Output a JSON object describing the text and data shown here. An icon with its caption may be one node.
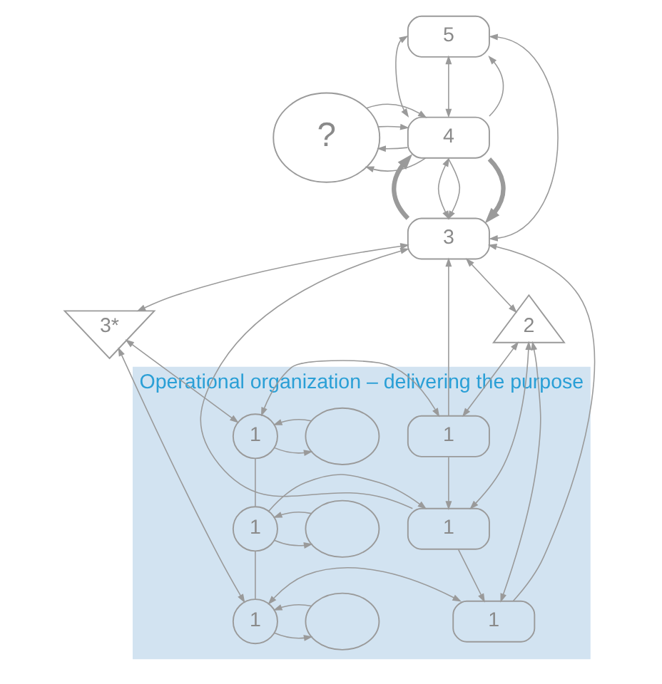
{
  "diagram": {
    "nodes": [
      {
        "text": [
          "?"
        ]
      },
      {
        "text": [
          "5"
        ]
      },
      {
        "text": [
          "4"
        ]
      },
      {
        "text": [
          "3"
        ]
      },
      {
        "text": [
          "3*"
        ]
      },
      {
        "text": [
          "2"
        ]
      },
      {
        "text": [
          "Operational organization – delivering the purpose"
        ]
      },
      {
        "text": [],
        "shape": "cloud",
        "in": 6
      },
      {
        "text": [],
        "shape": "cloud",
        "in": 6
      },
      {
        "text": [],
        "shape": "cloud",
        "in": 6
      },
      {
        "text": [
          "1"
        ],
        "in": 6
      },
      {
        "text": [
          "1"
        ],
        "in": 6
      },
      {
        "text": [
          "1"
        ],
        "in": 6
      },
      {
        "text": [
          "1"
        ],
        "in": 6
      },
      {
        "text": [
          "1"
        ],
        "in": 6
      },
      {
        "text": [
          "1"
        ],
        "in": 6
      }
    ],
    "edges": [
      {
        "from": 2,
        "to": 0,
        "arrow": "to"
      },
      {
        "from": 2,
        "to": 0,
        "arrow": "to"
      },
      {
        "from": 0,
        "to": 2,
        "arrow": "to"
      },
      {
        "from": 0,
        "to": 2,
        "arrow": "to"
      },
      {
        "from": 1,
        "to": 2,
        "arrow": "both"
      },
      {
        "from": 2,
        "to": 1,
        "arrow": "to"
      },
      {
        "from": 1,
        "to": 2,
        "arrow": "both"
      },
      {
        "from": 1,
        "to": 3,
        "arrow": "both"
      },
      {
        "from": 2,
        "to": 3,
        "arrow": "both"
      },
      {
        "from": 2,
        "to": 3,
        "arrow": "to"
      },
      {
        "from": 3,
        "to": 2,
        "arrow": "to",
        "style": "thick"
      },
      {
        "from": 2,
        "to": 3,
        "arrow": "to",
        "style": "thick"
      },
      {
        "from": 3,
        "to": 4,
        "arrow": "both"
      },
      {
        "from": 3,
        "to": 5,
        "arrow": "both"
      },
      {
        "from": 4,
        "to": 10,
        "arrow": "both"
      },
      {
        "from": 4,
        "to": 12,
        "arrow": "both"
      },
      {
        "from": 13,
        "to": 3,
        "arrow": "to"
      },
      {
        "from": 14,
        "to": 3,
        "arrow": "to"
      },
      {
        "from": 15,
        "to": 3,
        "arrow": "to"
      },
      {
        "from": 5,
        "to": 13,
        "arrow": "both"
      },
      {
        "from": 5,
        "to": 14,
        "arrow": "both"
      },
      {
        "from": 5,
        "to": 15,
        "arrow": "both"
      },
      {
        "from": 10,
        "to": 13,
        "arrow": "both"
      },
      {
        "from": 11,
        "to": 14,
        "arrow": "to"
      },
      {
        "from": 12,
        "to": 15,
        "arrow": "both"
      },
      {
        "from": 13,
        "to": 14,
        "arrow": "to"
      },
      {
        "from": 14,
        "to": 15,
        "arrow": "to"
      },
      {
        "from": 10,
        "to": 11,
        "arrow": "none"
      },
      {
        "from": 11,
        "to": 12,
        "arrow": "none"
      },
      {
        "from": 10,
        "to": 7,
        "arrow": "to"
      },
      {
        "from": 7,
        "to": 10,
        "arrow": "to"
      },
      {
        "from": 11,
        "to": 8,
        "arrow": "to"
      },
      {
        "from": 8,
        "to": 11,
        "arrow": "to"
      },
      {
        "from": 12,
        "to": 9,
        "arrow": "to"
      },
      {
        "from": 9,
        "to": 12,
        "arrow": "to"
      }
    ]
  }
}
